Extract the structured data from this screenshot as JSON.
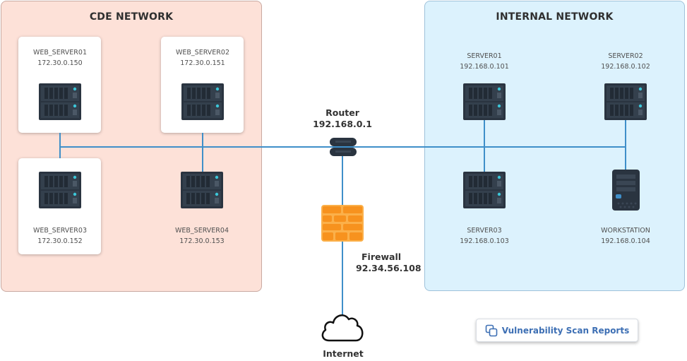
{
  "zones": {
    "cde": {
      "title": "CDE NETWORK",
      "color": "#fde1d8"
    },
    "internal": {
      "title": "INTERNAL NETWORK",
      "color": "#dcf2fd"
    }
  },
  "nodes": {
    "web_server01": {
      "name": "WEB_SERVER01",
      "ip": "172.30.0.150",
      "icon": "server-icon"
    },
    "web_server02": {
      "name": "WEB_SERVER02",
      "ip": "172.30.0.151",
      "icon": "server-icon"
    },
    "web_server03": {
      "name": "WEB_SERVER03",
      "ip": "172.30.0.152",
      "icon": "server-icon"
    },
    "web_server04": {
      "name": "WEB_SERVER04",
      "ip": "172.30.0.153",
      "icon": "server-icon"
    },
    "server01": {
      "name": "SERVER01",
      "ip": "192.168.0.101",
      "icon": "server-icon"
    },
    "server02": {
      "name": "SERVER02",
      "ip": "192.168.0.102",
      "icon": "server-icon"
    },
    "server03": {
      "name": "SERVER03",
      "ip": "192.168.0.103",
      "icon": "server-icon"
    },
    "workstation": {
      "name": "WORKSTATION",
      "ip": "192.168.0.104",
      "icon": "workstation-icon"
    },
    "router": {
      "name": "Router",
      "ip": "192.168.0.1",
      "icon": "router-icon"
    },
    "firewall": {
      "name": "Firewall",
      "ip": "92.34.56.108",
      "icon": "firewall-icon",
      "color": "#f7921e"
    },
    "internet": {
      "name": "Internet",
      "icon": "cloud-icon"
    }
  },
  "actions": {
    "vuln_reports": {
      "label": "Vulnerability Scan Reports",
      "icon": "copy-icon",
      "color": "#3d6fb4"
    }
  },
  "colors": {
    "link": "#3f8fc9",
    "device": "#2a3440"
  }
}
